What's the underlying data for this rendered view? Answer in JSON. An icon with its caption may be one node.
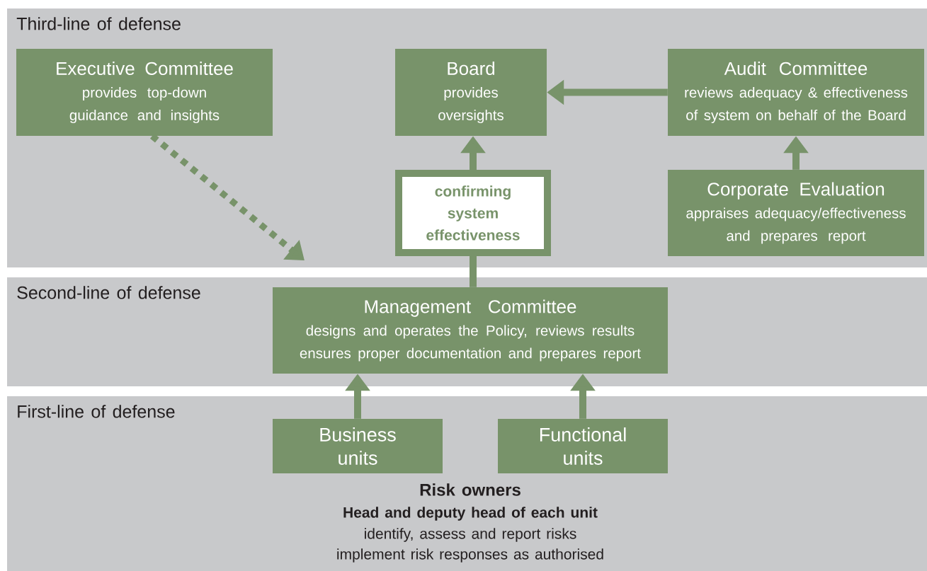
{
  "diagram": {
    "nodes": [
      {
        "text": [
          "Third-line of defense"
        ]
      },
      {
        "text": [
          "Executive Committee",
          "provides top-down guidance and insights"
        ],
        "in": 0
      },
      {
        "text": [
          "Board",
          "provides oversights"
        ],
        "in": 0
      },
      {
        "text": [
          "Audit Committee",
          "reviews adequacy & effectiveness of system on behalf of the Board"
        ],
        "in": 0
      },
      {
        "text": [
          "confirming system effectiveness"
        ],
        "in": 0
      },
      {
        "text": [
          "Corporate Evaluation",
          "appraises adequacy/effectiveness and prepares report"
        ],
        "in": 0
      },
      {
        "text": [
          "Second-line of defense"
        ]
      },
      {
        "text": [
          "Management Committee",
          "designs and operates the Policy, reviews results ensures proper documentation and prepares report"
        ],
        "in": 6
      },
      {
        "text": [
          "First-line of defense"
        ]
      },
      {
        "text": [
          "Business units"
        ],
        "in": 8
      },
      {
        "text": [
          "Functional units"
        ],
        "in": 8
      }
    ],
    "edges": [
      {
        "from": 1,
        "to": null,
        "arrow": "to",
        "style": "dashed"
      },
      {
        "from": 3,
        "to": 2,
        "arrow": "to"
      },
      {
        "from": 5,
        "to": 3,
        "arrow": "to"
      },
      {
        "from": 4,
        "to": 2,
        "arrow": "to"
      },
      {
        "from": 7,
        "to": 4,
        "arrow": "none"
      },
      {
        "from": 9,
        "to": 7,
        "arrow": "to"
      },
      {
        "from": 10,
        "to": 7,
        "arrow": "to"
      }
    ],
    "labels": [
      "Risk owners",
      "Head and deputy head of each unit",
      "identify, assess and report risks",
      "implement risk responses as authorised"
    ]
  }
}
